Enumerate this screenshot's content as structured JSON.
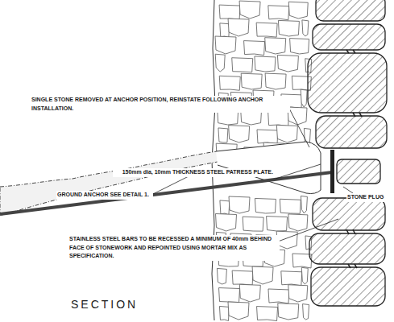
{
  "diagram": {
    "title": "SECTION",
    "labels": [
      "SINGLE STONE REMOVED AT ANCHOR POSITION, REINSTATE FOLLOWING ANCHOR INSTALLATION.",
      "150mm dia, 10mm THICKNESS STEEL PATRESS PLATE.",
      "GROUND ANCHOR SEE DETAIL 1.",
      "STONE PLUG",
      "STAINLESS STEEL BARS TO BE RECESSED A MINIMUM OF 40mm BEHIND FACE OF STONEWORK AND REPOINTED USING MORTAR MIX AS SPECIFICATION."
    ]
  }
}
